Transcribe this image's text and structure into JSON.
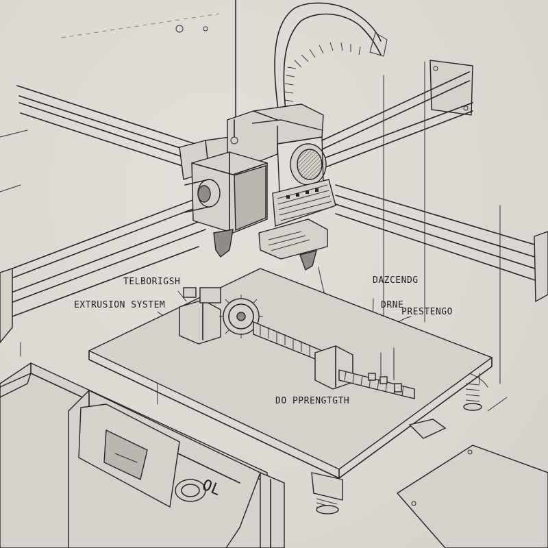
{
  "annotations": {
    "top_left": "TELBORIGSH",
    "system": "EXTRUSION SYSTEM",
    "top_right": "DAZCENDG",
    "drive_top": "DRNE",
    "drive_right": "PRESTENGO",
    "bottom": "DO PPRENGTGTH"
  },
  "panel": {
    "display_text": "OL"
  },
  "colors": {
    "paper": "#dcdad3",
    "ink": "#24231f"
  }
}
